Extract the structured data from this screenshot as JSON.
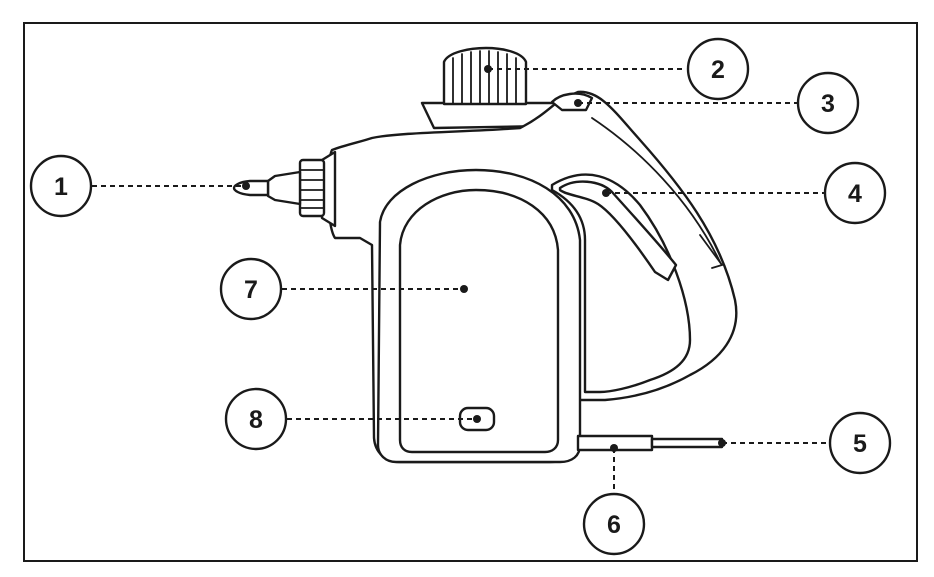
{
  "callouts": [
    {
      "id": "1",
      "part": "nozzle"
    },
    {
      "id": "2",
      "part": "safety-cap"
    },
    {
      "id": "3",
      "part": "child-lock"
    },
    {
      "id": "4",
      "part": "steam-trigger"
    },
    {
      "id": "5",
      "part": "power-cord"
    },
    {
      "id": "6",
      "part": "cord-strain-relief"
    },
    {
      "id": "7",
      "part": "water-tank"
    },
    {
      "id": "8",
      "part": "indicator-light"
    }
  ],
  "colors": {
    "line": "#1a1a1a",
    "background": "#ffffff"
  }
}
